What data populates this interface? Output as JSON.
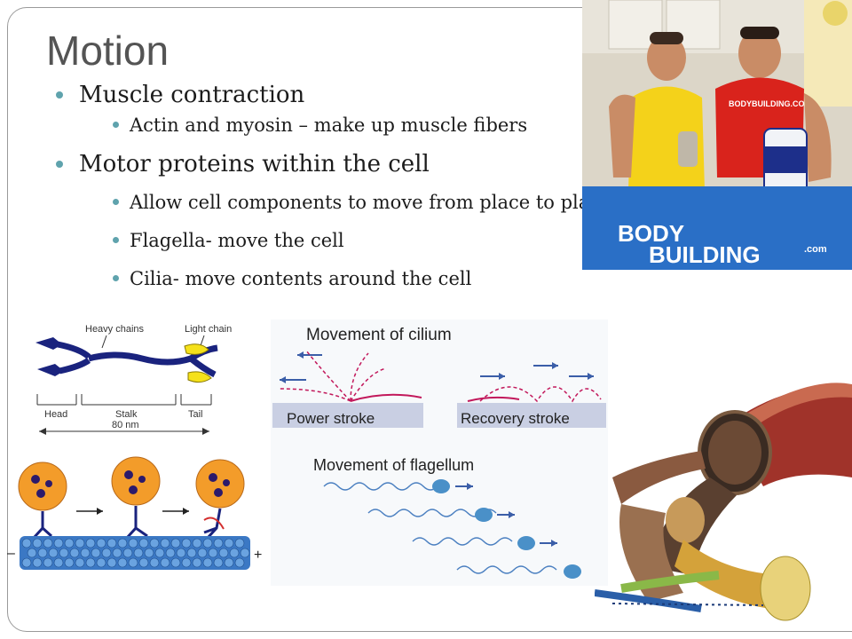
{
  "slide": {
    "title": "Motion",
    "bullets": [
      {
        "text": "Muscle contraction",
        "sub": [
          "Actin and myosin – make up muscle fibers"
        ]
      },
      {
        "text": "Motor proteins within the cell",
        "sub": [
          "Allow cell components to move from place to place",
          "Flagella- move the cell",
          "Cilia- move contents around the cell"
        ]
      }
    ]
  },
  "photo": {
    "banner_line1": "BODY",
    "banner_line2": "BUILDING",
    "banner_suffix": ".com",
    "shirt_logo": "BODYBUILDING.COM"
  },
  "myosin_diagram": {
    "heavy_chains": "Heavy chains",
    "light_chain": "Light chain",
    "head": "Head",
    "stalk": "Stalk",
    "tail": "Tail",
    "length": "80 nm"
  },
  "cilia_diagram": {
    "title": "Movement of cilium",
    "power": "Power stroke",
    "recovery": "Recovery stroke",
    "flagellum_title": "Movement of flagellum"
  },
  "walking_diagram": {
    "minus": "–",
    "plus": "+"
  }
}
